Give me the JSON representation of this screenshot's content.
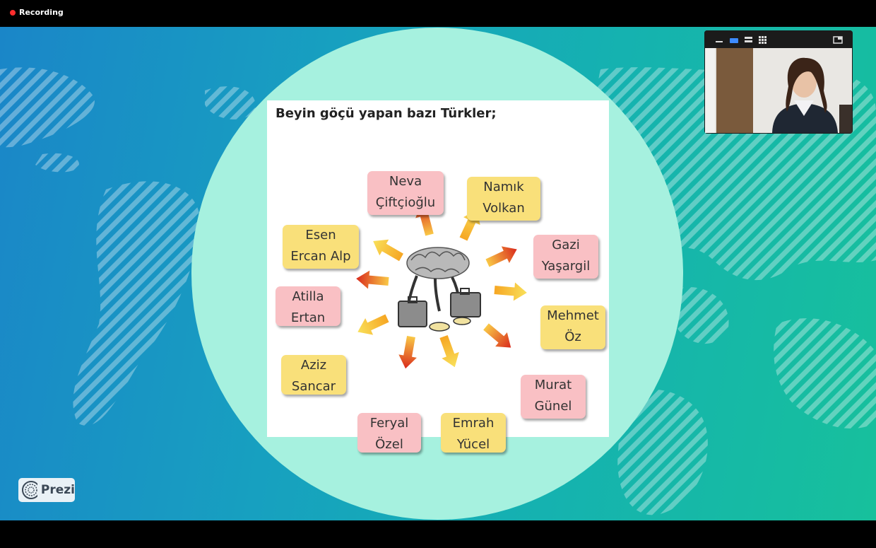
{
  "recording": {
    "label": "Recording",
    "dot_color": "#ff2d2d"
  },
  "slide": {
    "title": "Beyin göçü yapan bazı Türkler;",
    "names": [
      {
        "first": "Neva",
        "last": "Çiftçioğlu",
        "color": "pink"
      },
      {
        "first": "Namık",
        "last": "Volkan",
        "color": "yellow"
      },
      {
        "first": "Gazi",
        "last": "Yaşargil",
        "color": "pink"
      },
      {
        "first": "Mehmet",
        "last": "Öz",
        "color": "yellow"
      },
      {
        "first": "Murat",
        "last": "Günel",
        "color": "pink"
      },
      {
        "first": "Emrah",
        "last": "Yücel",
        "color": "yellow"
      },
      {
        "first": "Feryal",
        "last": "Özel",
        "color": "pink"
      },
      {
        "first": "Aziz",
        "last": "Sancar",
        "color": "yellow"
      },
      {
        "first": "Atilla",
        "last": "Ertan",
        "color": "pink"
      },
      {
        "first": "Esen",
        "last": "Ercan Alp",
        "color": "yellow"
      }
    ],
    "center_image": "brain-with-suitcases"
  },
  "prezi": {
    "label": "Prezi",
    "icon": "prezi-logo-icon"
  },
  "camera": {
    "toolbar_icons": [
      "minimize-icon",
      "speaker-view-icon",
      "strip-view-icon",
      "grid-view-icon",
      "pip-icon"
    ]
  },
  "colors": {
    "pink_box": "#f9c0c4",
    "yellow_box": "#f9e07a",
    "circle": "#a6f1df"
  }
}
